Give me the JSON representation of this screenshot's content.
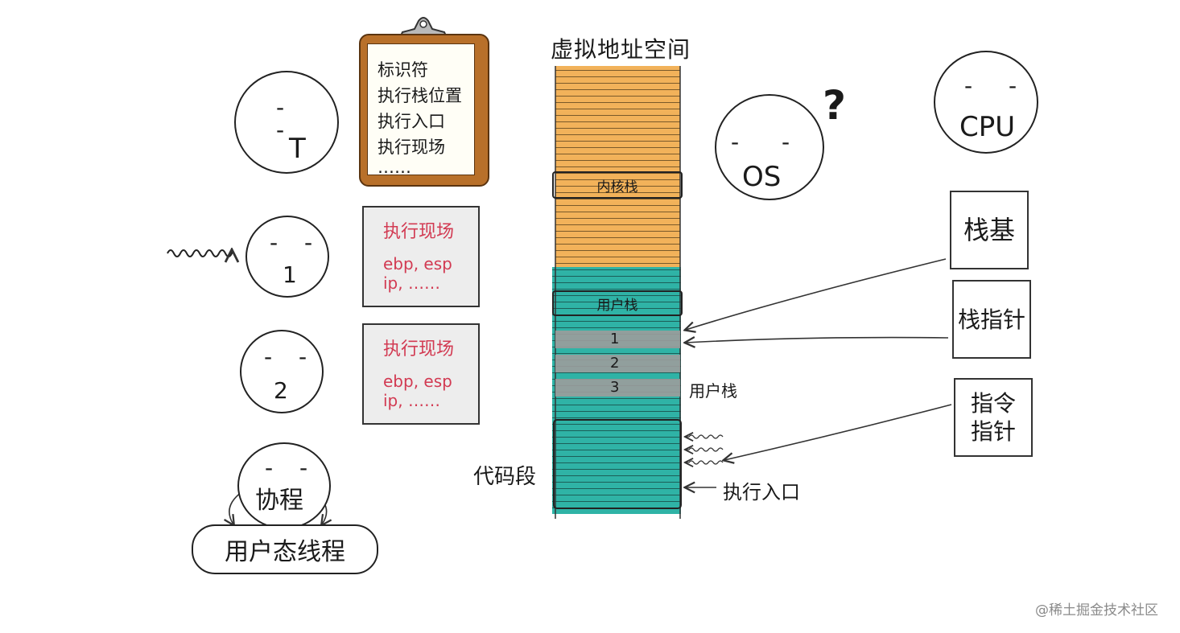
{
  "title": "虚拟地址空间",
  "faces": {
    "thread": "T",
    "os": "OS",
    "question": "?",
    "cpu": "CPU",
    "thread1": "1",
    "thread2": "2",
    "coroutine": "协程",
    "eyes": "- -"
  },
  "clipboard": {
    "lines": [
      "标识符",
      "执行栈位置",
      "执行入口",
      "执行现场",
      "……"
    ]
  },
  "context_cards": [
    {
      "title": "执行现场",
      "line1": "ebp, esp",
      "line2": "ip, ……"
    },
    {
      "title": "执行现场",
      "line1": "ebp, esp",
      "line2": "ip, ……"
    }
  ],
  "address_space": {
    "kernel_stack": "内核栈",
    "user_stack": "用户栈",
    "frames": [
      "1",
      "2",
      "3"
    ],
    "user_stack_side": "用户栈",
    "code_segment": "代码段",
    "entry_point": "执行入口",
    "colors": {
      "kernel": "#f2b25a",
      "user": "#2fb3a6",
      "frame": "#9c9c9c"
    }
  },
  "registers": {
    "stack_base": "栈基",
    "stack_pointer": "栈指针",
    "instruction_pointer": "指令\n指针"
  },
  "user_thread": "用户态线程",
  "watermark": "@稀土掘金技术社区"
}
